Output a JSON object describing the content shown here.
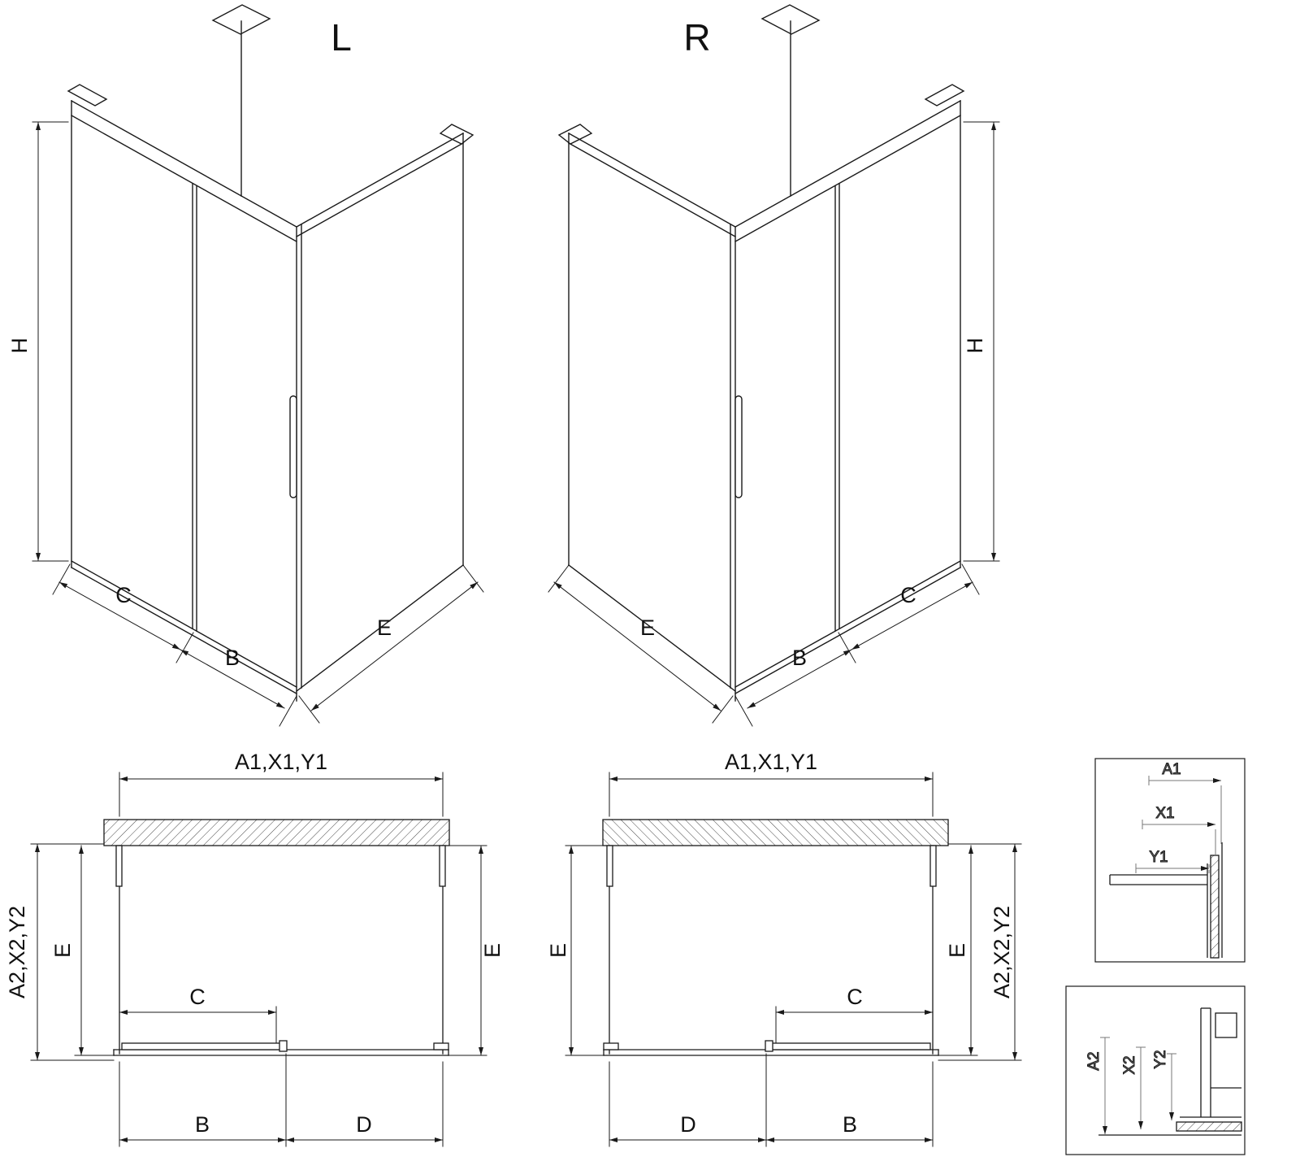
{
  "drawing": {
    "iso_left": {
      "view_label": "L",
      "dim_height": "H",
      "dim_c": "C",
      "dim_b": "B",
      "dim_e": "E"
    },
    "iso_right": {
      "view_label": "R",
      "dim_height": "H",
      "dim_c": "C",
      "dim_b": "B",
      "dim_e": "E"
    },
    "plan_left": {
      "dim_width_top": "A1,X1,Y1",
      "dim_depth_outer": "A2,X2,Y2",
      "dim_e_left": "E",
      "dim_e_right": "E",
      "dim_c": "C",
      "dim_b": "B",
      "dim_d": "D"
    },
    "plan_right": {
      "dim_width_top": "A1,X1,Y1",
      "dim_depth_outer": "A2,X2,Y2",
      "dim_e_left": "E",
      "dim_e_right": "E",
      "dim_c": "C",
      "dim_b": "B",
      "dim_d": "D"
    },
    "detail_top": {
      "dim_a1": "A1",
      "dim_x1": "X1",
      "dim_y1": "Y1"
    },
    "detail_bottom": {
      "dim_a2": "A2",
      "dim_x2": "X2",
      "dim_y2": "Y2"
    }
  },
  "colors": {
    "line": "#1a1a1a",
    "text": "#111111",
    "detail_text": "#777777",
    "background": "#ffffff"
  }
}
